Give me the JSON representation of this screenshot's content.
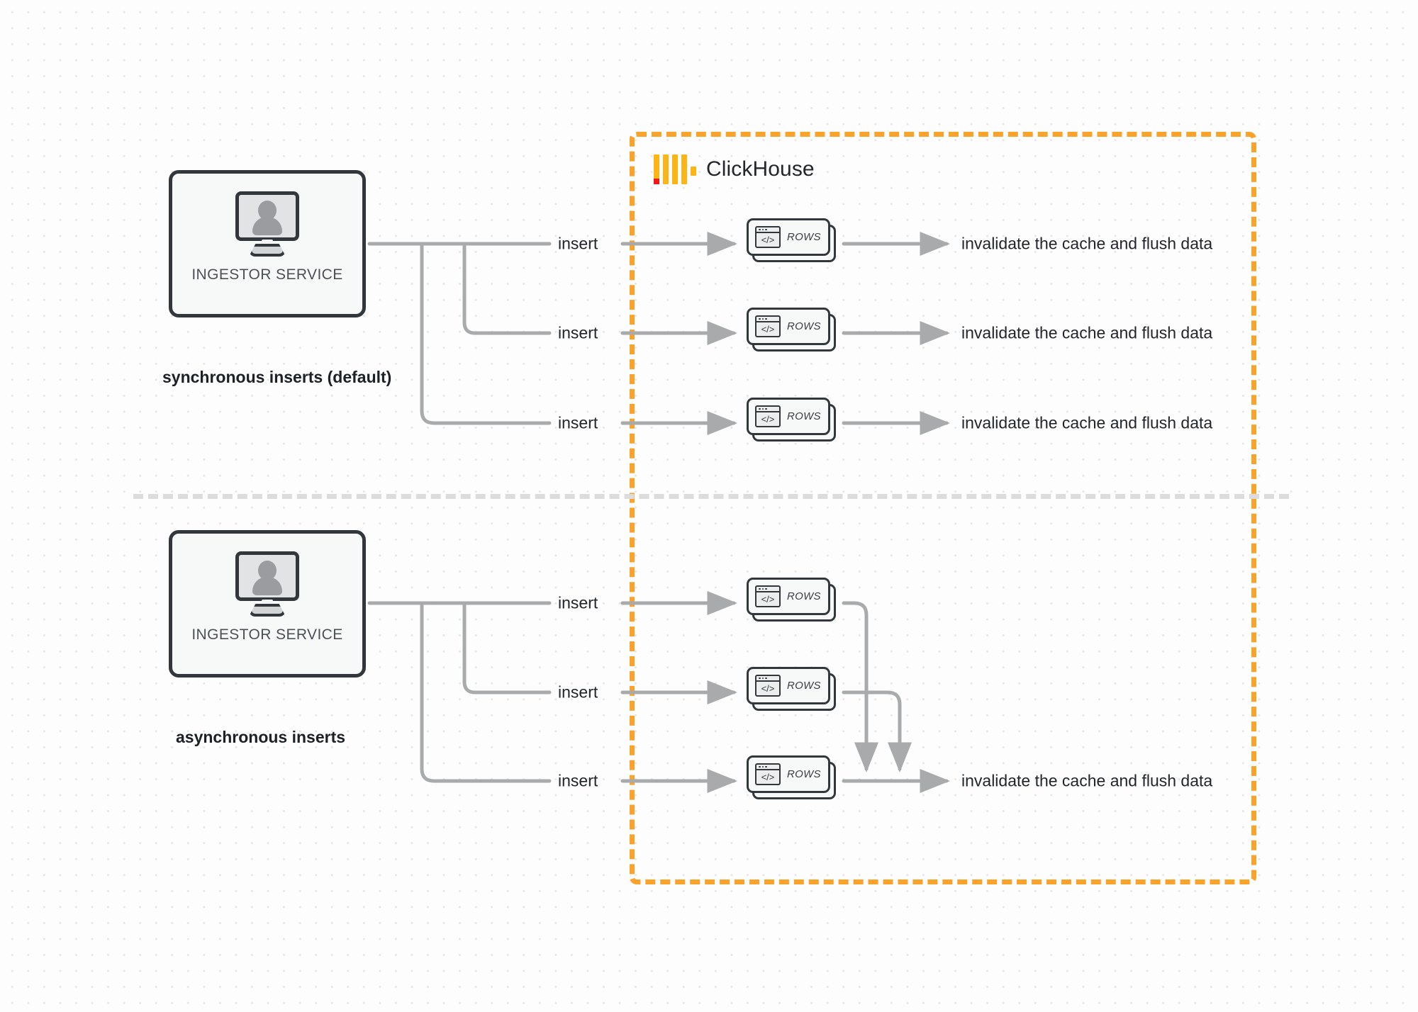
{
  "diagram": {
    "title": "ClickHouse synchronous vs asynchronous inserts",
    "colors": {
      "boundary_orange": "#f9a32a",
      "logo_yellow": "#fbb615",
      "logo_red": "#f01818",
      "connector_gray": "#a9aaab",
      "box_border": "#32373c",
      "box_fill": "#f7f8f8",
      "divider_gray": "#dcdcdc",
      "canvas_bg": "#fdfdfd",
      "dot_gray": "#e8e6e6"
    }
  },
  "clickhouse": {
    "brand_label": "ClickHouse",
    "logo_name": "clickhouse-logo"
  },
  "sections": [
    {
      "id": "synchronous",
      "caption": "synchronous inserts (default)",
      "service": {
        "label": "INGESTOR SERVICE",
        "icon": "monitor-user-icon"
      },
      "branches": [
        {
          "insert_label": "insert",
          "card_label": "ROWS",
          "result_label": "invalidate the cache and flush data"
        },
        {
          "insert_label": "insert",
          "card_label": "ROWS",
          "result_label": "invalidate the cache and flush data"
        },
        {
          "insert_label": "insert",
          "card_label": "ROWS",
          "result_label": "invalidate the cache and flush data"
        }
      ]
    },
    {
      "id": "asynchronous",
      "caption": "asynchronous inserts",
      "service": {
        "label": "INGESTOR SERVICE",
        "icon": "monitor-user-icon"
      },
      "branches": [
        {
          "insert_label": "insert",
          "card_label": "ROWS"
        },
        {
          "insert_label": "insert",
          "card_label": "ROWS"
        },
        {
          "insert_label": "insert",
          "card_label": "ROWS"
        }
      ],
      "merged_result_label": "invalidate the cache and flush data"
    }
  ],
  "icons": {
    "rows_window": "code-window-icon",
    "code_glyph": "</>"
  }
}
